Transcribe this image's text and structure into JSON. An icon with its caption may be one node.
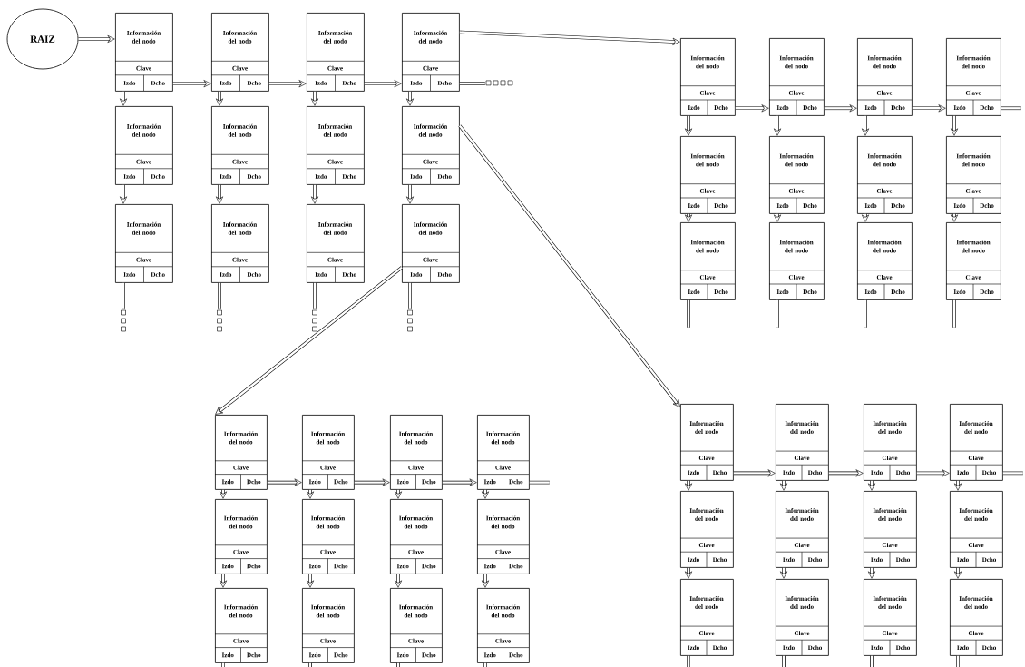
{
  "diagram": {
    "nodes": [
      {
        "text": [
          "RAIZ"
        ]
      },
      {
        "text": [
          "Información del nodo",
          "Clave",
          "Izdo",
          "Dcho"
        ]
      },
      {
        "text": [
          "Información del nodo",
          "Clave",
          "Izdo",
          "Dcho"
        ]
      },
      {
        "text": [
          "Información del nodo",
          "Clave",
          "Izdo",
          "Dcho"
        ]
      },
      {
        "text": [
          "Información del nodo",
          "Clave",
          "Izdo",
          "Dcho"
        ]
      },
      {
        "text": [
          "Información del nodo",
          "Clave",
          "Izdo",
          "Dcho"
        ]
      },
      {
        "text": [
          "Información del nodo",
          "Clave",
          "Izdo",
          "Dcho"
        ]
      },
      {
        "text": [
          "Información del nodo",
          "Clave",
          "Izdo",
          "Dcho"
        ]
      },
      {
        "text": [
          "Información del nodo",
          "Clave",
          "Izdo",
          "Dcho"
        ]
      },
      {
        "text": [
          "Información del nodo",
          "Clave",
          "Izdo",
          "Dcho"
        ]
      },
      {
        "text": [
          "Información del nodo",
          "Clave",
          "Izdo",
          "Dcho"
        ]
      },
      {
        "text": [
          "Información del nodo",
          "Clave",
          "Izdo",
          "Dcho"
        ]
      },
      {
        "text": [
          "Información del nodo",
          "Clave",
          "Izdo",
          "Dcho"
        ]
      },
      {
        "text": [
          "Información del nodo",
          "Clave",
          "Izdo",
          "Dcho"
        ]
      },
      {
        "text": [
          "Información del nodo",
          "Clave",
          "Izdo",
          "Dcho"
        ]
      },
      {
        "text": [
          "Información del nodo",
          "Clave",
          "Izdo",
          "Dcho"
        ]
      },
      {
        "text": [
          "Información del nodo",
          "Clave",
          "Izdo",
          "Dcho"
        ]
      },
      {
        "text": [
          "Información del nodo",
          "Clave",
          "Izdo",
          "Dcho"
        ]
      },
      {
        "text": [
          "Información del nodo",
          "Clave",
          "Izdo",
          "Dcho"
        ]
      },
      {
        "text": [
          "Información del nodo",
          "Clave",
          "Izdo",
          "Dcho"
        ]
      },
      {
        "text": [
          "Información del nodo",
          "Clave",
          "Izdo",
          "Dcho"
        ]
      },
      {
        "text": [
          "Información del nodo",
          "Clave",
          "Izdo",
          "Dcho"
        ]
      },
      {
        "text": [
          "Información del nodo",
          "Clave",
          "Izdo",
          "Dcho"
        ]
      },
      {
        "text": [
          "Información del nodo",
          "Clave",
          "Izdo",
          "Dcho"
        ]
      },
      {
        "text": [
          "Información del nodo",
          "Clave",
          "Izdo",
          "Dcho"
        ]
      },
      {
        "text": [
          "Información del nodo",
          "Clave",
          "Izdo",
          "Dcho"
        ]
      },
      {
        "text": [
          "Información del nodo",
          "Clave",
          "Izdo",
          "Dcho"
        ]
      },
      {
        "text": [
          "Información del nodo",
          "Clave",
          "Izdo",
          "Dcho"
        ]
      },
      {
        "text": [
          "Información del nodo",
          "Clave",
          "Izdo",
          "Dcho"
        ]
      },
      {
        "text": [
          "Información del nodo",
          "Clave",
          "Izdo",
          "Dcho"
        ]
      },
      {
        "text": [
          "Información del nodo",
          "Clave",
          "Izdo",
          "Dcho"
        ]
      },
      {
        "text": [
          "Información del nodo",
          "Clave",
          "Izdo",
          "Dcho"
        ]
      },
      {
        "text": [
          "Información del nodo",
          "Clave",
          "Izdo",
          "Dcho"
        ]
      },
      {
        "text": [
          "Información del nodo",
          "Clave",
          "Izdo",
          "Dcho"
        ]
      },
      {
        "text": [
          "Información del nodo",
          "Clave",
          "Izdo",
          "Dcho"
        ]
      },
      {
        "text": [
          "Información del nodo",
          "Clave",
          "Izdo",
          "Dcho"
        ]
      },
      {
        "text": [
          "Información del nodo",
          "Clave",
          "Izdo",
          "Dcho"
        ]
      },
      {
        "text": [
          "Información del nodo",
          "Clave",
          "Izdo",
          "Dcho"
        ]
      },
      {
        "text": [
          "Información del nodo",
          "Clave",
          "Izdo",
          "Dcho"
        ]
      },
      {
        "text": [
          "Información del nodo",
          "Clave",
          "Izdo",
          "Dcho"
        ]
      },
      {
        "text": [
          "Información del nodo",
          "Clave",
          "Izdo",
          "Dcho"
        ]
      },
      {
        "text": [
          "Información del nodo",
          "Clave",
          "Izdo",
          "Dcho"
        ]
      },
      {
        "text": [
          "Información del nodo",
          "Clave",
          "Izdo",
          "Dcho"
        ]
      },
      {
        "text": [
          "Información del nodo",
          "Clave",
          "Izdo",
          "Dcho"
        ]
      },
      {
        "text": [
          "Información del nodo",
          "Clave",
          "Izdo",
          "Dcho"
        ]
      },
      {
        "text": [
          "Información del nodo",
          "Clave",
          "Izdo",
          "Dcho"
        ]
      },
      {
        "text": [
          "Información del nodo",
          "Clave",
          "Izdo",
          "Dcho"
        ]
      },
      {
        "text": [
          "Información del nodo",
          "Clave",
          "Izdo",
          "Dcho"
        ]
      },
      {
        "text": [
          "Información del nodo",
          "Clave",
          "Izdo",
          "Dcho"
        ]
      }
    ],
    "edges": [
      {
        "from": 0,
        "to": 1,
        "arrow": "to"
      },
      {
        "from": 1,
        "to": 2,
        "arrow": "to"
      },
      {
        "from": 2,
        "to": 3,
        "arrow": "to"
      },
      {
        "from": 3,
        "to": 4,
        "arrow": "to"
      },
      {
        "from": 1,
        "to": 5,
        "arrow": "to"
      },
      {
        "from": 5,
        "to": 9,
        "arrow": "to"
      },
      {
        "from": 2,
        "to": 6,
        "arrow": "to"
      },
      {
        "from": 6,
        "to": 10,
        "arrow": "to"
      },
      {
        "from": 3,
        "to": 7,
        "arrow": "to"
      },
      {
        "from": 7,
        "to": 11,
        "arrow": "to"
      },
      {
        "from": 4,
        "to": 8,
        "arrow": "to"
      },
      {
        "from": 8,
        "to": 12,
        "arrow": "to"
      },
      {
        "from": 4,
        "to": null,
        "arrow": "none"
      },
      {
        "from": 9,
        "to": null,
        "arrow": "none"
      },
      {
        "from": 10,
        "to": null,
        "arrow": "none"
      },
      {
        "from": 11,
        "to": null,
        "arrow": "none"
      },
      {
        "from": 12,
        "to": null,
        "arrow": "none"
      },
      {
        "from": 4,
        "to": 13,
        "arrow": "to"
      },
      {
        "from": 8,
        "to": 37,
        "arrow": "to"
      },
      {
        "from": 12,
        "to": 25,
        "arrow": "to"
      },
      {
        "from": 13,
        "to": 14,
        "arrow": "to"
      },
      {
        "from": 14,
        "to": 15,
        "arrow": "to"
      },
      {
        "from": 15,
        "to": 16,
        "arrow": "to"
      },
      {
        "from": 13,
        "to": 17,
        "arrow": "to"
      },
      {
        "from": 17,
        "to": 21,
        "arrow": "to"
      },
      {
        "from": 14,
        "to": 18,
        "arrow": "to"
      },
      {
        "from": 18,
        "to": 22,
        "arrow": "to"
      },
      {
        "from": 15,
        "to": 19,
        "arrow": "to"
      },
      {
        "from": 19,
        "to": 23,
        "arrow": "to"
      },
      {
        "from": 16,
        "to": 20,
        "arrow": "to"
      },
      {
        "from": 20,
        "to": 24,
        "arrow": "to"
      },
      {
        "from": 16,
        "to": null,
        "arrow": "none"
      },
      {
        "from": 21,
        "to": null,
        "arrow": "none"
      },
      {
        "from": 22,
        "to": null,
        "arrow": "none"
      },
      {
        "from": 23,
        "to": null,
        "arrow": "none"
      },
      {
        "from": 24,
        "to": null,
        "arrow": "none"
      },
      {
        "from": 25,
        "to": 26,
        "arrow": "to"
      },
      {
        "from": 26,
        "to": 27,
        "arrow": "to"
      },
      {
        "from": 27,
        "to": 28,
        "arrow": "to"
      },
      {
        "from": 25,
        "to": 29,
        "arrow": "to"
      },
      {
        "from": 29,
        "to": 33,
        "arrow": "to"
      },
      {
        "from": 26,
        "to": 30,
        "arrow": "to"
      },
      {
        "from": 30,
        "to": 34,
        "arrow": "to"
      },
      {
        "from": 27,
        "to": 31,
        "arrow": "to"
      },
      {
        "from": 31,
        "to": 35,
        "arrow": "to"
      },
      {
        "from": 28,
        "to": 32,
        "arrow": "to"
      },
      {
        "from": 32,
        "to": 36,
        "arrow": "to"
      },
      {
        "from": 28,
        "to": null,
        "arrow": "none"
      },
      {
        "from": 33,
        "to": null,
        "arrow": "none"
      },
      {
        "from": 34,
        "to": null,
        "arrow": "none"
      },
      {
        "from": 35,
        "to": null,
        "arrow": "none"
      },
      {
        "from": 36,
        "to": null,
        "arrow": "none"
      },
      {
        "from": 37,
        "to": 38,
        "arrow": "to"
      },
      {
        "from": 38,
        "to": 39,
        "arrow": "to"
      },
      {
        "from": 39,
        "to": 40,
        "arrow": "to"
      },
      {
        "from": 37,
        "to": 41,
        "arrow": "to"
      },
      {
        "from": 41,
        "to": 45,
        "arrow": "to"
      },
      {
        "from": 38,
        "to": 42,
        "arrow": "to"
      },
      {
        "from": 42,
        "to": 46,
        "arrow": "to"
      },
      {
        "from": 39,
        "to": 43,
        "arrow": "to"
      },
      {
        "from": 43,
        "to": 47,
        "arrow": "to"
      },
      {
        "from": 40,
        "to": 44,
        "arrow": "to"
      },
      {
        "from": 44,
        "to": 48,
        "arrow": "to"
      },
      {
        "from": 40,
        "to": null,
        "arrow": "none"
      },
      {
        "from": 45,
        "to": null,
        "arrow": "none"
      },
      {
        "from": 46,
        "to": null,
        "arrow": "none"
      },
      {
        "from": 47,
        "to": null,
        "arrow": "none"
      },
      {
        "from": 48,
        "to": null,
        "arrow": "none"
      }
    ]
  }
}
